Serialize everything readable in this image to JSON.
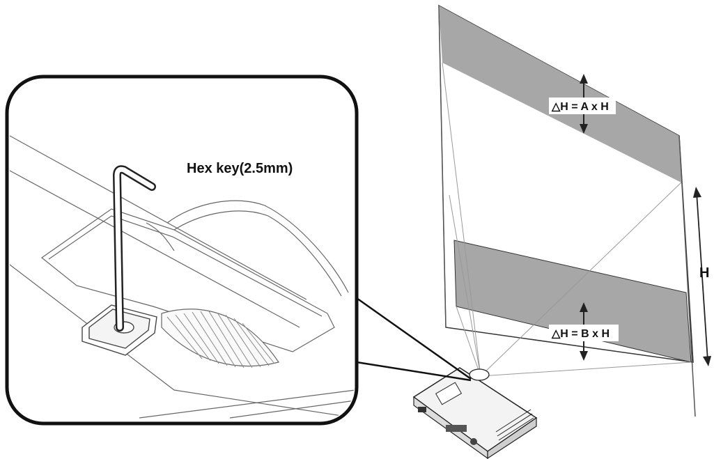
{
  "diagram": {
    "hex_key_label": "Hex key(2.5mm)",
    "top_band_label": "△H = A x H",
    "bottom_band_label": "△H = B x H",
    "height_label": "H"
  }
}
